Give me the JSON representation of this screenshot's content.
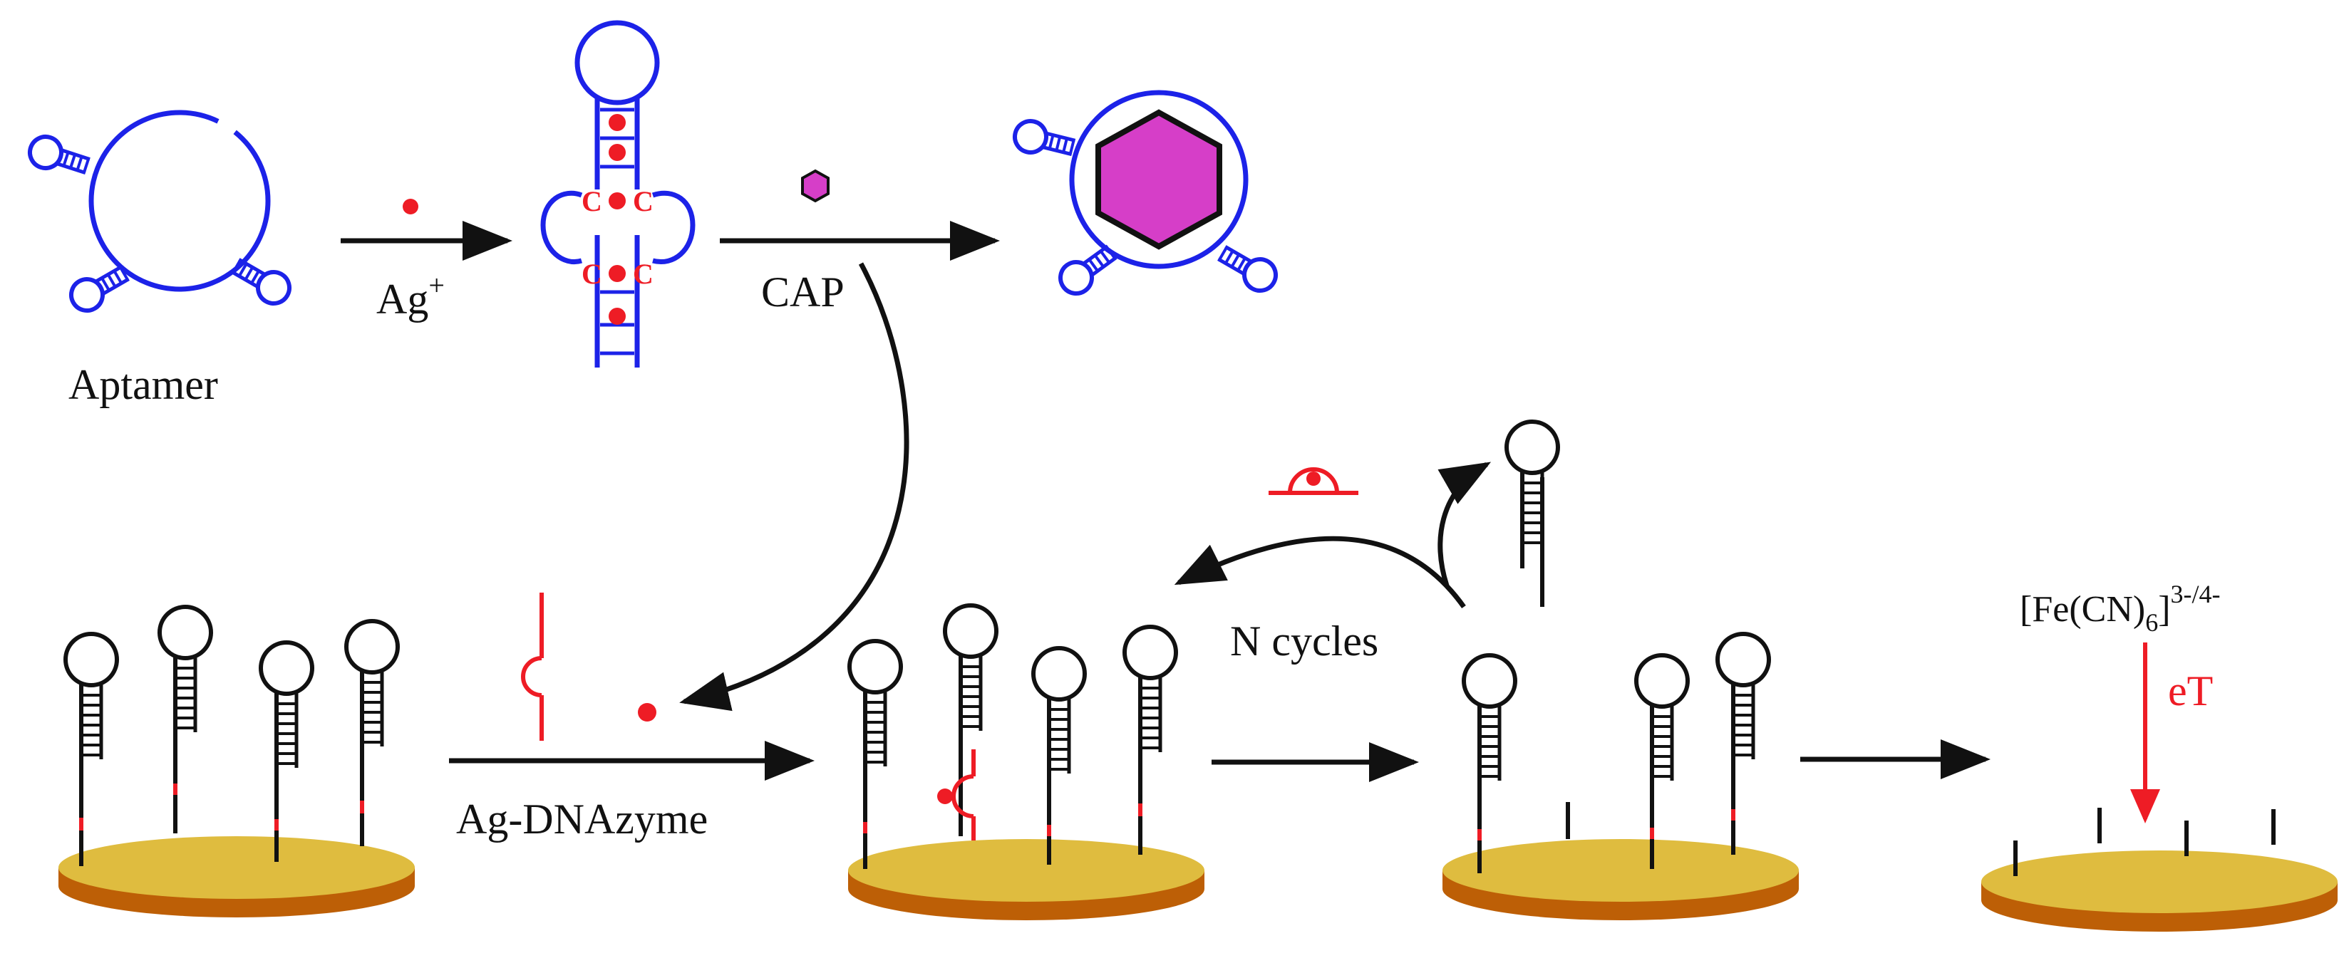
{
  "labels": {
    "aptamer": "Aptamer",
    "ag_ion": "Ag",
    "ag_sup": "+",
    "cap": "CAP",
    "c_left": "C",
    "c_right": "C",
    "ag_dnazyme": "Ag-DNAzyme",
    "n_cycles": "N cycles",
    "fe_main": "[Fe(CN)",
    "fe_sub": "6",
    "fe_close": "]",
    "fe_sup": "3-/4-",
    "et": "eT"
  },
  "colors": {
    "aptamer_blue": "#1c22e8",
    "silver_red": "#ee1c25",
    "cap_magenta": "#d63ec8",
    "electrode_gold": "#dfbc3f",
    "electrode_edge": "#bd5f06",
    "probe_black": "#111111"
  },
  "icons": {
    "silver-ion-dot": "red-filled-circle",
    "cap-molecule": "magenta-hexagon",
    "hairpin-probe": "stem-loop"
  }
}
